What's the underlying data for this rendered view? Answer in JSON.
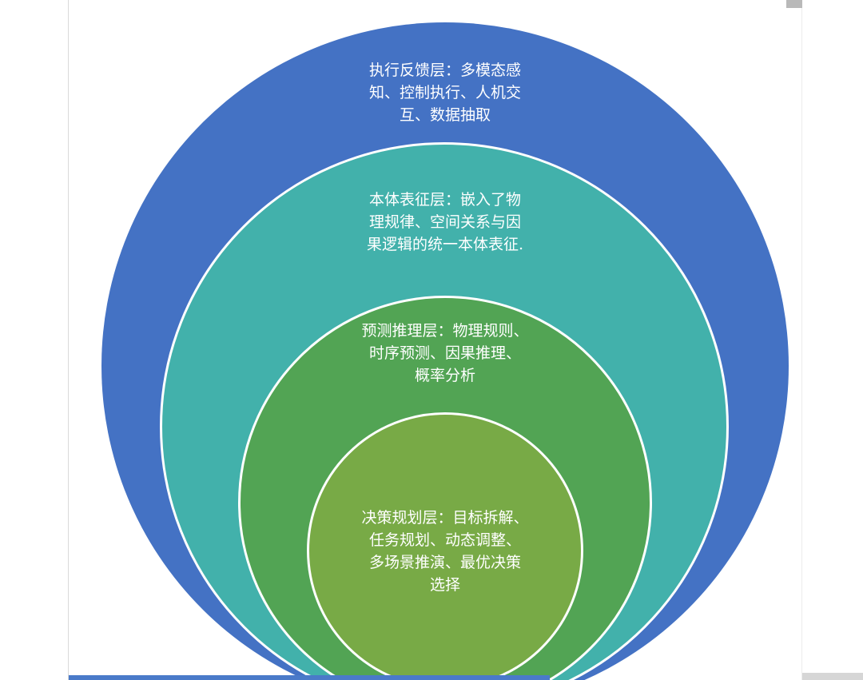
{
  "diagram": {
    "type": "nested-circles",
    "text_color": "#ffffff",
    "layers": [
      {
        "id": "execution-feedback-layer",
        "label": "执行反馈层：多模态感\n知、控制执行、人机交\n互、数据抽取",
        "color": "#4472c4"
      },
      {
        "id": "ontology-representation-layer",
        "label": "本体表征层：嵌入了物\n理规律、空间关系与因\n果逻辑的统一本体表征.",
        "color": "#42b1ab"
      },
      {
        "id": "prediction-reasoning-layer",
        "label": "预测推理层：物理规则、\n时序预测、因果推理、\n概率分析",
        "color": "#52a454"
      },
      {
        "id": "decision-planning-layer",
        "label": "决策规划层：目标拆解、\n任务规划、动态调整、\n多场景推演、最优决策\n选择",
        "color": "#78aa46"
      }
    ]
  }
}
